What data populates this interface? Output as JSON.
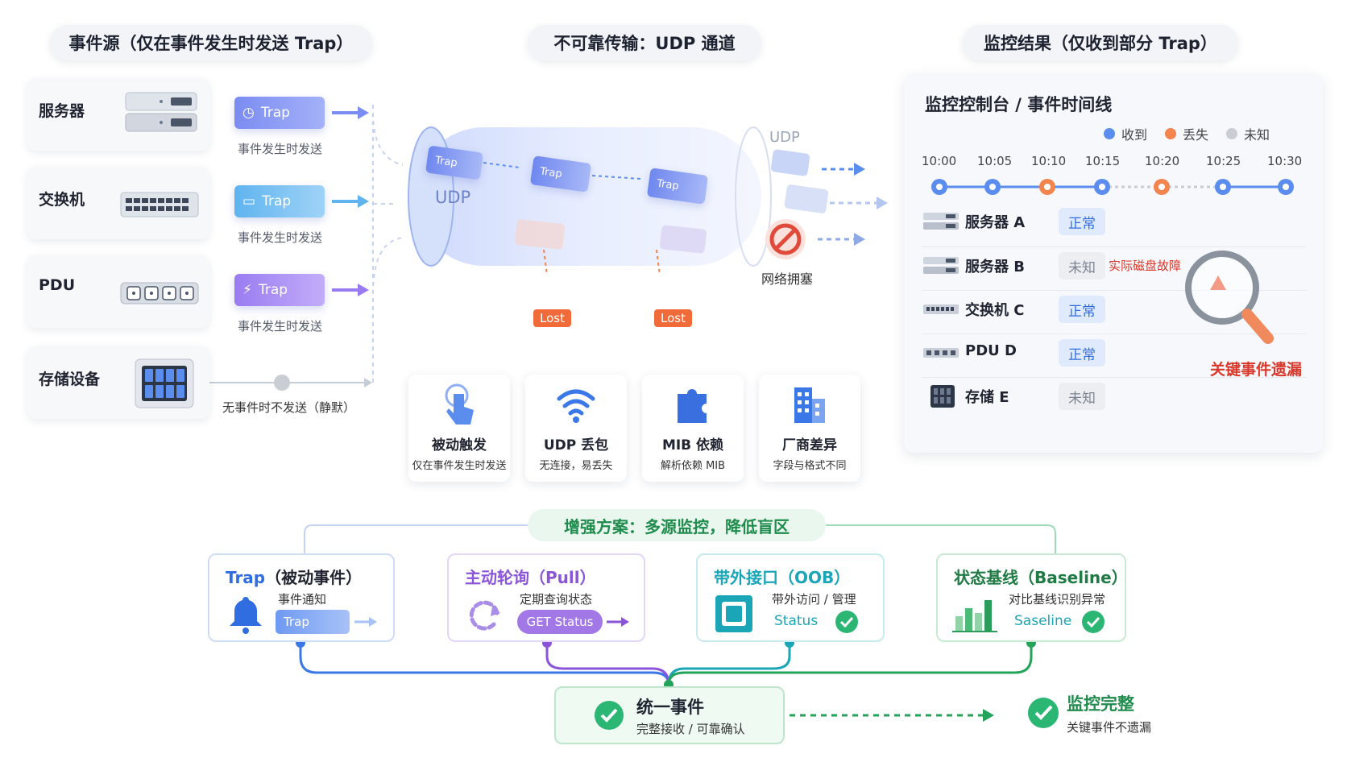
{
  "headers": {
    "source": "事件源（仅在事件发生时发送 Trap）",
    "transport": "不可靠传输：UDP 通道",
    "result": "监控结果（仅收到部分 Trap）"
  },
  "sources": [
    {
      "label": "服务器",
      "chip": "Trap",
      "sub": "事件发生时发送"
    },
    {
      "label": "交换机",
      "chip": "Trap",
      "sub": "事件发生时发送"
    },
    {
      "label": "PDU",
      "chip": "Trap",
      "sub": "事件发生时发送"
    },
    {
      "label": "存储设备",
      "chip": "",
      "sub": "无事件时不发送（静默）"
    }
  ],
  "tunnel": {
    "label": "UDP",
    "exit_label": "UDP",
    "packets": [
      "Trap",
      "Trap",
      "Trap"
    ],
    "lost": [
      "Lost",
      "Lost"
    ],
    "congestion": "网络拥塞"
  },
  "features": [
    {
      "title": "被动触发",
      "sub": "仅在事件发生时发送",
      "icon": "tap-icon"
    },
    {
      "title": "UDP 丢包",
      "sub": "无连接，易丢失",
      "icon": "wifi-icon"
    },
    {
      "title": "MIB 依赖",
      "sub": "解析依赖 MIB",
      "icon": "puzzle-icon"
    },
    {
      "title": "厂商差异",
      "sub": "字段与格式不同",
      "icon": "building-icon"
    }
  ],
  "monitor": {
    "title": "监控控制台 / 事件时间线",
    "legend": [
      {
        "label": "收到",
        "color": "#5b8def"
      },
      {
        "label": "丢失",
        "color": "#f3844d"
      },
      {
        "label": "未知",
        "color": "#c9cdd4"
      }
    ],
    "times": [
      "10:00",
      "10:05",
      "10:10",
      "10:15",
      "10:20",
      "10:25",
      "10:30"
    ],
    "timeline_status": [
      "received",
      "received",
      "lost",
      "received",
      "lost",
      "received",
      "received"
    ],
    "devices": [
      {
        "name": "服务器 A",
        "status": "正常",
        "kind": "ok"
      },
      {
        "name": "服务器 B",
        "status": "未知",
        "kind": "unk",
        "note": "实际磁盘故障"
      },
      {
        "name": "交换机 C",
        "status": "正常",
        "kind": "ok"
      },
      {
        "name": "PDU D",
        "status": "正常",
        "kind": "ok"
      },
      {
        "name": "存储 E",
        "status": "未知",
        "kind": "unk"
      }
    ],
    "missed": "关键事件遗漏"
  },
  "solution": {
    "banner": "增强方案：多源监控，降低盲区",
    "cards": [
      {
        "title_a": "Trap",
        "title_b": "（被动事件）",
        "sub": "事件通知",
        "action": "Trap",
        "color": "#2f6de0"
      },
      {
        "title_a": "主动轮询",
        "title_b": "（Pull）",
        "sub": "定期查询状态",
        "action": "GET Status",
        "color": "#8a55d8"
      },
      {
        "title_a": "带外接口",
        "title_b": "（OOB）",
        "sub": "带外访问 / 管理",
        "action": "Status",
        "color": "#1aa6b7"
      },
      {
        "title_a": "状态基线",
        "title_b": "（Baseline）",
        "sub": "对比基线识别异常",
        "action": "Saseline",
        "color": "#24a35a"
      }
    ],
    "unified": {
      "title": "统一事件",
      "sub": "完整接收 / 可靠确认"
    },
    "complete": {
      "title": "监控完整",
      "sub": "关键事件不遗漏"
    }
  },
  "colors": {
    "blue": "#5b8def",
    "purple": "#8a6cf0",
    "teal": "#5fb4ef",
    "orange": "#f3844d",
    "green": "#24a35a"
  }
}
